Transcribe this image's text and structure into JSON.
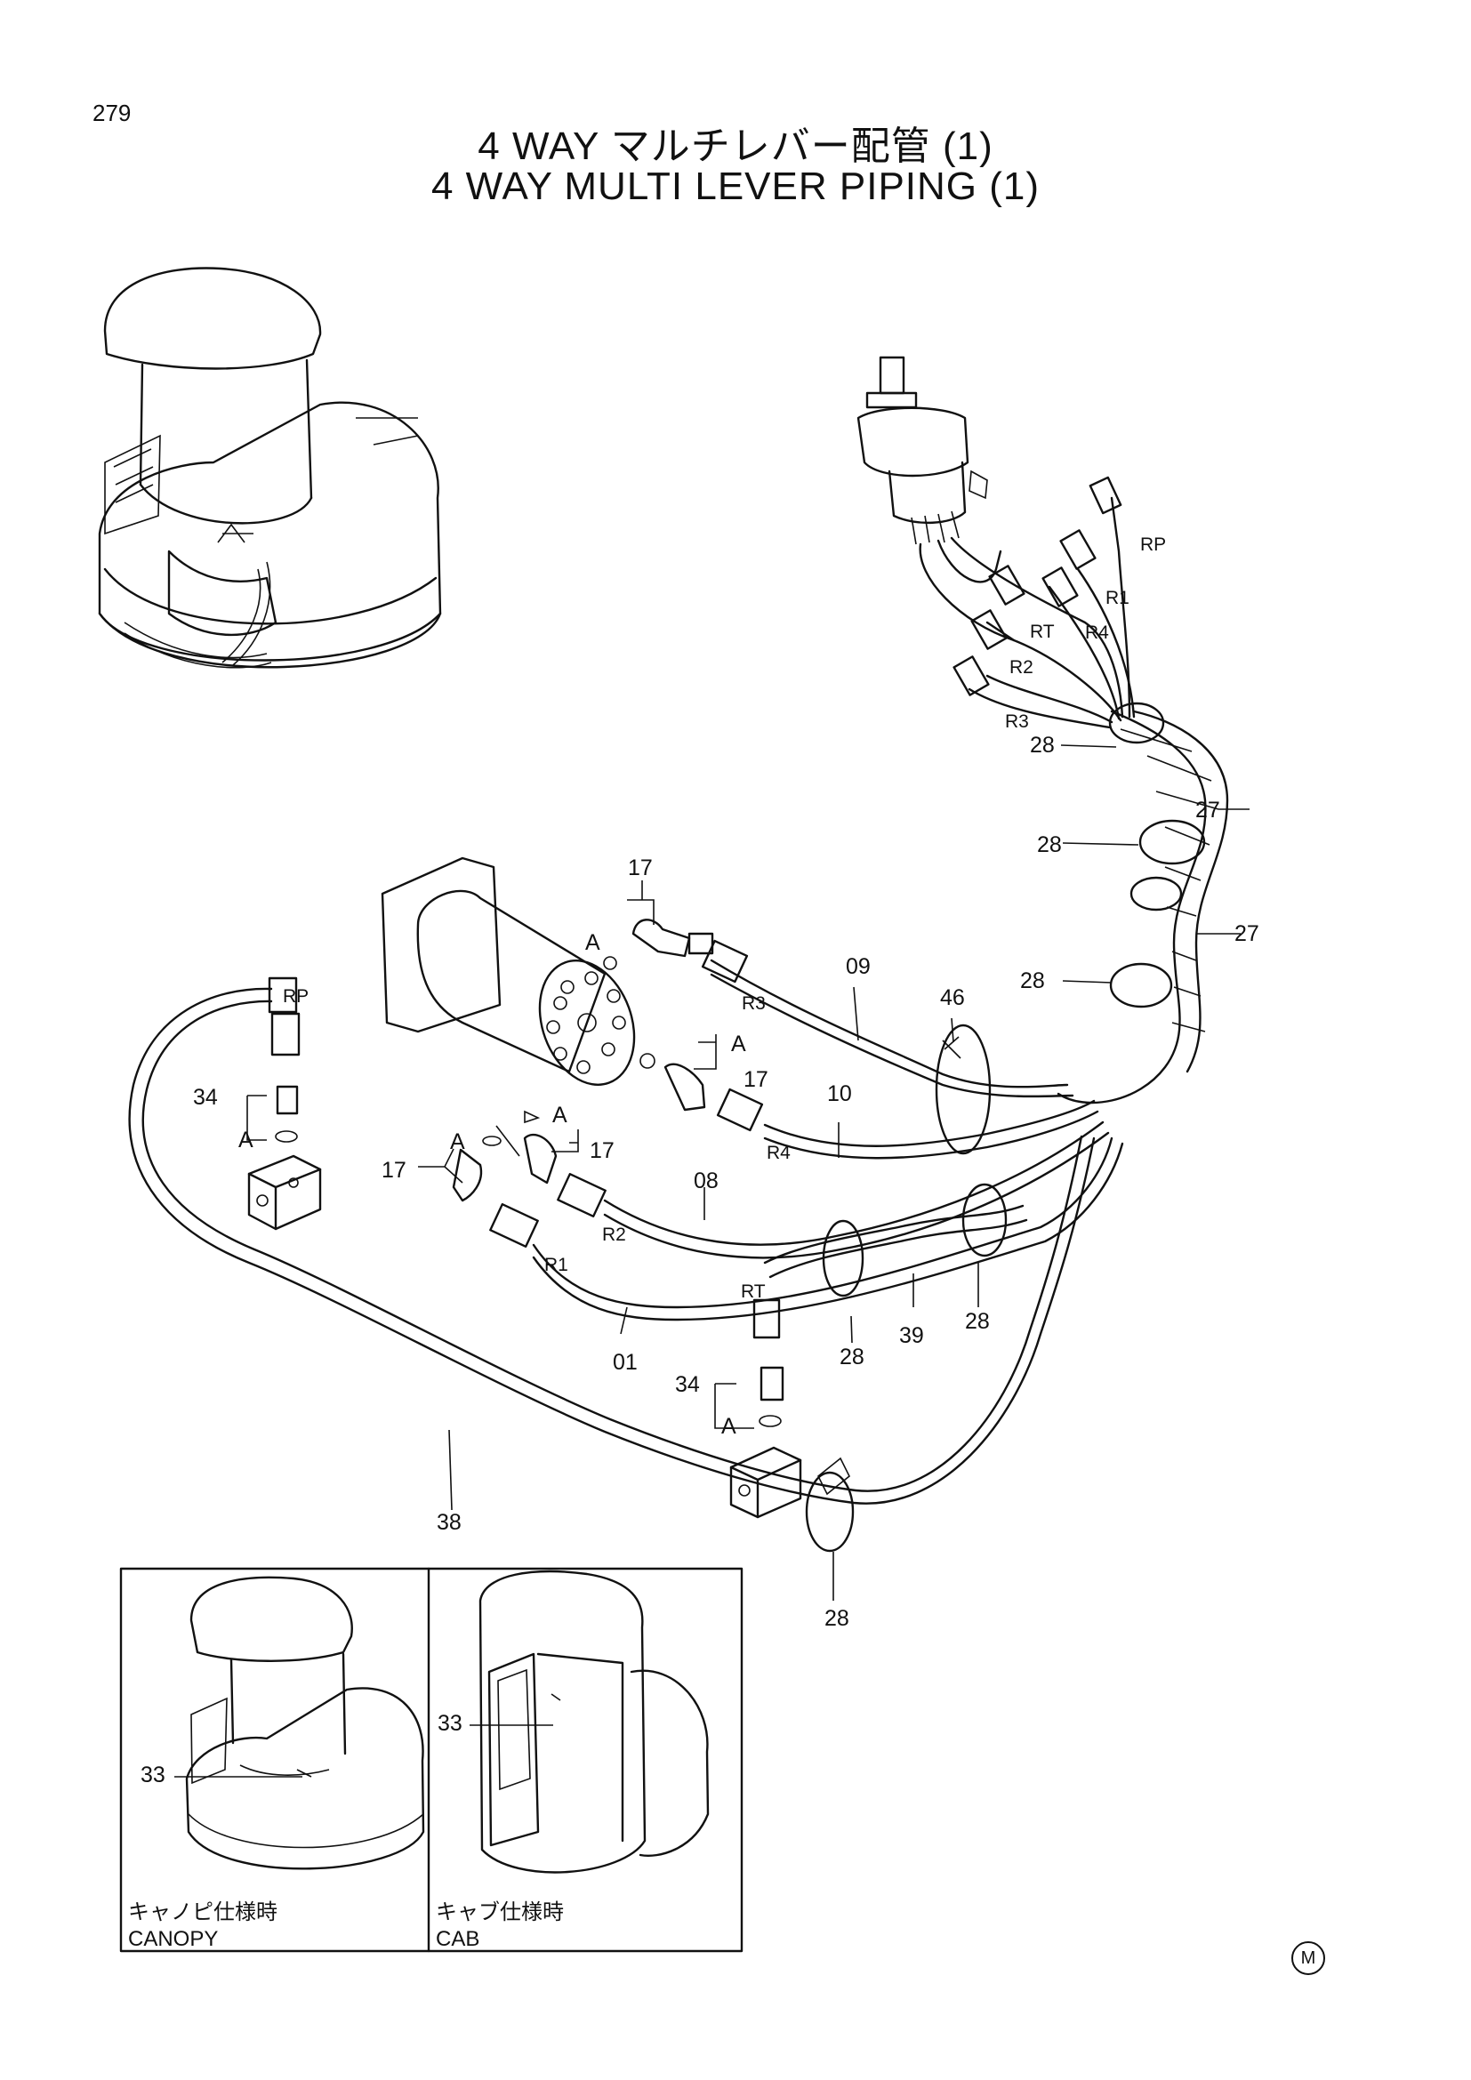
{
  "page": {
    "number": "279",
    "title_jp": "4 WAY マルチレバー配管 (1)",
    "title_en": "4 WAY MULTI LEVER PIPING (1)",
    "manual_mark": "M"
  },
  "part_labels": {
    "p17a": "17",
    "p17b": "17",
    "p17c": "17",
    "p17d": "17",
    "p09": "09",
    "p10": "10",
    "p08": "08",
    "p01": "01",
    "p46": "46",
    "p27a": "27",
    "p27b": "27",
    "p28a": "28",
    "p28b": "28",
    "p28c": "28",
    "p28d": "28",
    "p28e": "28",
    "p28f": "28",
    "p34a": "34",
    "p34b": "34",
    "p39": "39",
    "p38": "38"
  },
  "port_labels": {
    "rp_top": "RP",
    "r1": "R1",
    "r4_top": "R4",
    "rt_top": "RT",
    "r2_top": "R2",
    "r3_top": "R3",
    "r3_pipe": "R3",
    "r4_pipe": "R4",
    "r2_pipe": "R2",
    "r1_pipe": "R1",
    "rp_left": "RP",
    "rt_bottom": "RT"
  },
  "detail_labels": {
    "a1": "A",
    "a2": "A",
    "a3": "A",
    "a4": "A",
    "a5": "A",
    "a6": "A"
  },
  "inset": {
    "canopy_part": "33",
    "cab_part": "33",
    "canopy_caption_jp": "キャノピ仕様時",
    "canopy_caption_en": "CANOPY",
    "cab_caption_jp": "キャブ仕様時",
    "cab_caption_en": "CAB"
  }
}
